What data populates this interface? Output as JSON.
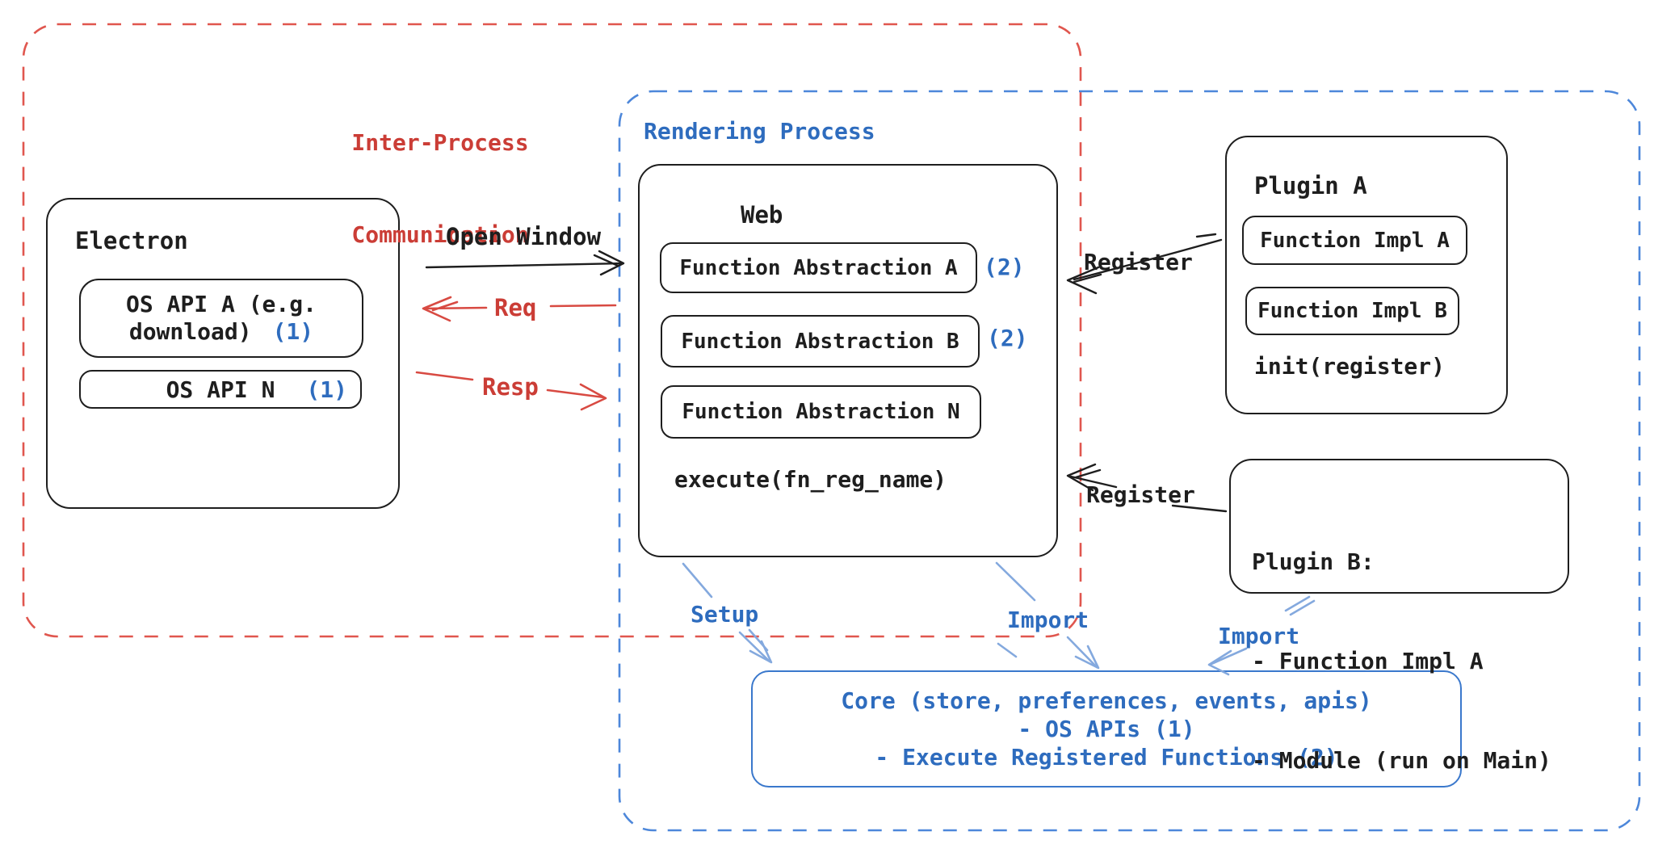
{
  "diagram": {
    "ipc": {
      "line1": "Inter-Process",
      "line2": "Communication"
    },
    "rendering_process": {
      "label": "Rendering Process"
    },
    "electron": {
      "title": "Electron",
      "os_api_a": {
        "line1": "OS API A (e.g.",
        "line2": "download)",
        "badge": "(1)"
      },
      "os_api_n": {
        "label": "OS API N",
        "badge": "(1)"
      }
    },
    "web": {
      "title": "Web",
      "fn_a": {
        "label": "Function Abstraction A",
        "badge": "(2)"
      },
      "fn_b": {
        "label": "Function Abstraction B",
        "badge": "(2)"
      },
      "fn_n": {
        "label": "Function Abstraction N"
      },
      "execute": "execute(fn_reg_name)"
    },
    "plugin_a": {
      "title": "Plugin A",
      "impl_a": "Function Impl A",
      "impl_b": "Function Impl B",
      "init": "init(register)"
    },
    "plugin_b": {
      "line1": "Plugin B:",
      "line2": "- Function Impl A",
      "line3": "- Module (run on Main)"
    },
    "core": {
      "line1": "Core (store, preferences, events, apis)",
      "line2": "- OS APIs (1)",
      "line3": "- Execute Registered Functions (2)"
    },
    "arrows": {
      "open_window": "Open Window",
      "req": "Req",
      "resp": "Resp",
      "register_top": "Register",
      "register_bottom": "Register",
      "setup": "Setup",
      "import_mid": "Import",
      "import_right": "Import"
    },
    "colors": {
      "ink_black": "#1e1e1e",
      "red_text": "#cb3d36",
      "red_stroke": "#d84a42",
      "red_dash": "#e0564e",
      "blue_text": "#2e6cbe",
      "blue_dash": "#4d87da",
      "blue_arrow": "#84a9de",
      "core_border": "#3a78cc"
    }
  }
}
